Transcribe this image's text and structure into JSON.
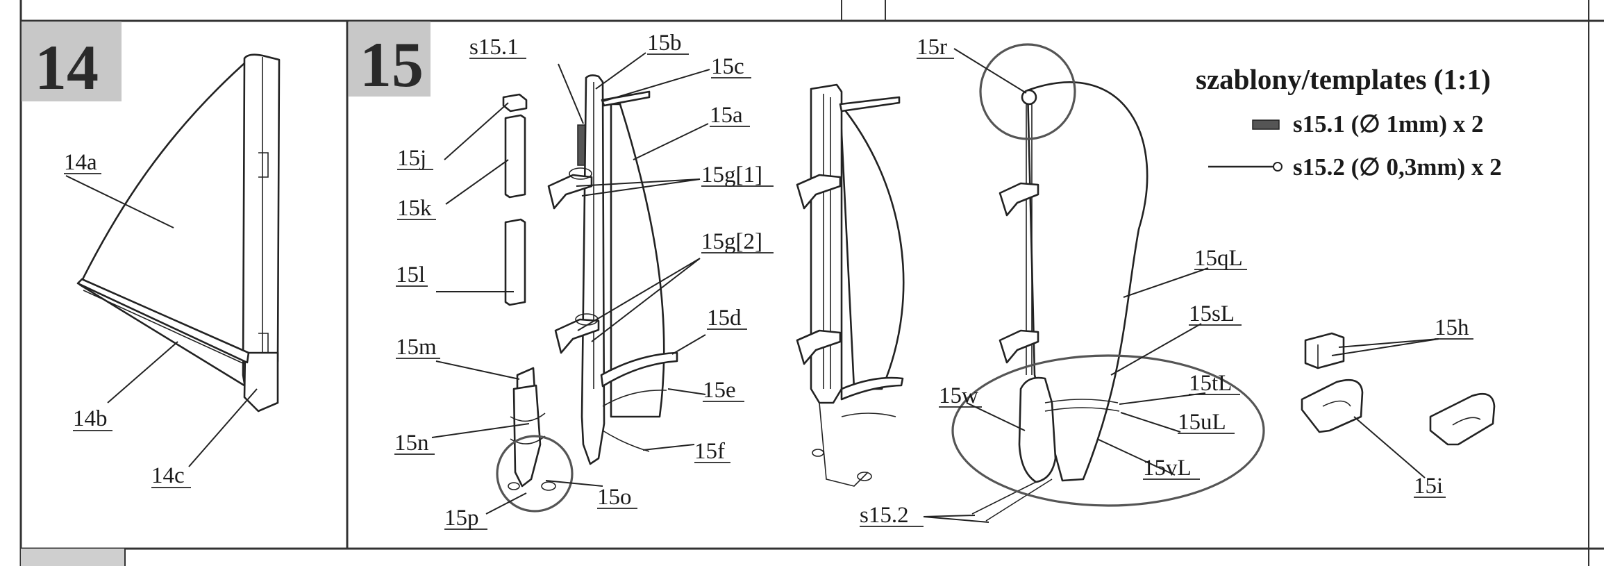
{
  "panel14": {
    "number": "14",
    "labels": {
      "a": "14a",
      "b": "14b",
      "c": "14c"
    }
  },
  "panel15": {
    "number": "15",
    "labels": {
      "s151": "s15.1",
      "b": "15b",
      "c": "15c",
      "a": "15a",
      "j": "15j",
      "k": "15k",
      "g1": "15g[1]",
      "g2": "15g[2]",
      "l": "15l",
      "m": "15m",
      "d": "15d",
      "e": "15e",
      "n": "15n",
      "f": "15f",
      "o": "15o",
      "p": "15p",
      "r": "15r",
      "qL": "15qL",
      "sL": "15sL",
      "tL": "15tL",
      "w": "15w",
      "uL": "15uL",
      "vL": "15vL",
      "s152": "s15.2",
      "h": "15h",
      "i": "15i"
    },
    "templates": {
      "title": "szablony/templates (1:1)",
      "rows": [
        {
          "text": "s15.1 (∅ 1mm) x 2",
          "icon": "rod-icon"
        },
        {
          "text": "s15.2 (∅ 0,3mm) x 2",
          "icon": "wire-icon"
        }
      ]
    }
  },
  "colors": {
    "number_box": "#c8c8c8",
    "ink": "#222222",
    "background": "#ffffff"
  }
}
